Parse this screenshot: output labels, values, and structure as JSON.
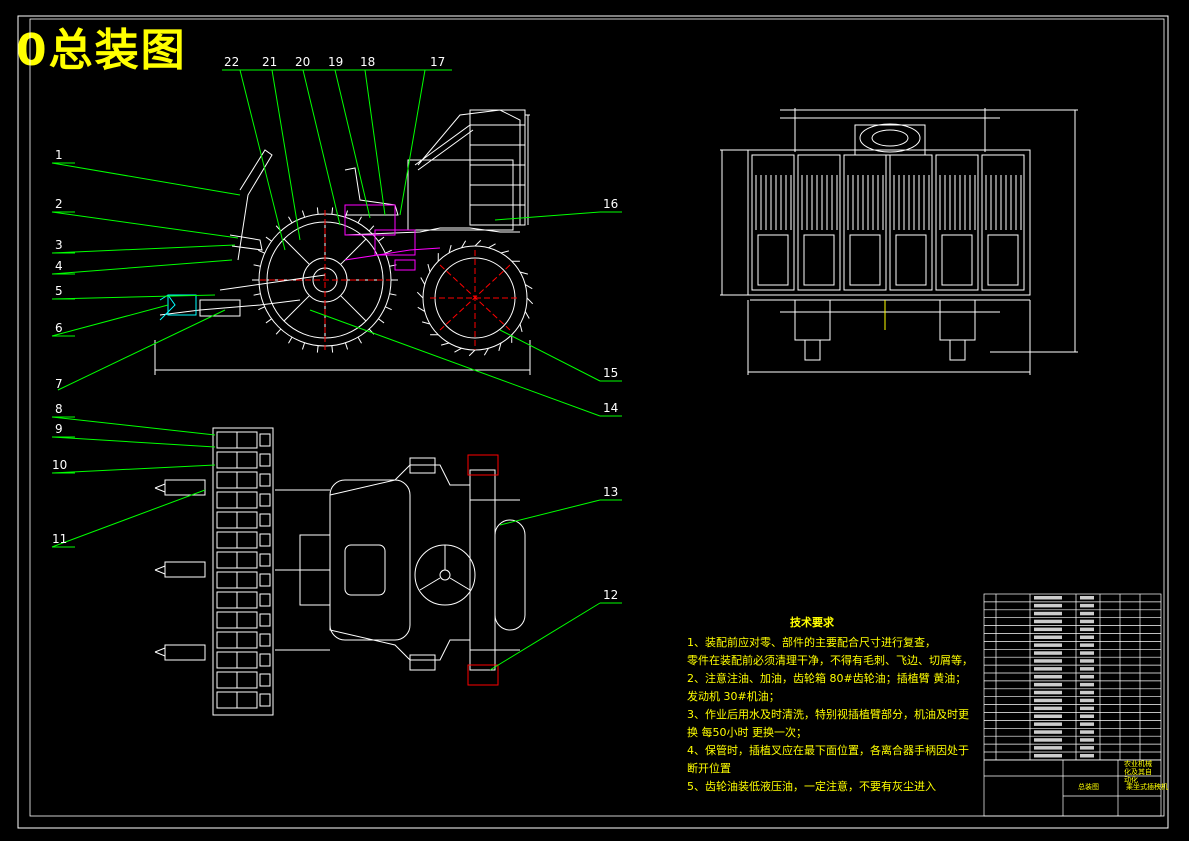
{
  "title": "0总装图",
  "callouts": [
    "1",
    "2",
    "3",
    "4",
    "5",
    "6",
    "7",
    "8",
    "9",
    "10",
    "11",
    "12",
    "13",
    "14",
    "15",
    "16",
    "17",
    "18",
    "19",
    "20",
    "21",
    "22"
  ],
  "requirements": {
    "heading": "技术要求",
    "lines": [
      "1、装配前应对零、部件的主要配合尺寸进行复查，",
      "零件在装配前必须清理干净，不得有毛刺、飞边、切屑等，",
      "2、注意注油、加油，齿轮箱 80#齿轮油；插植臂 黄油；",
      "发动机 30#机油；",
      "3、作业后用水及时清洗，特别视插植臂部分，机油及时更",
      "换 每50小时 更换一次；",
      "4、保管时，插植叉应在最下面位置，各离合器手柄因处于",
      "断开位置",
      "5、齿轮油装低液压油，一定注意，不要有灰尘进入"
    ]
  },
  "title_block": {
    "drawing_label": "总装图",
    "school": "农业机械化及其自动化",
    "name": "乘坐式插秧机"
  },
  "colors": {
    "frame": "#ffffff",
    "callout": "#00ff00",
    "part": "#ffffff",
    "accent": "#ff00ff",
    "wheel_center": "#ff0000",
    "text": "#ffff00"
  }
}
